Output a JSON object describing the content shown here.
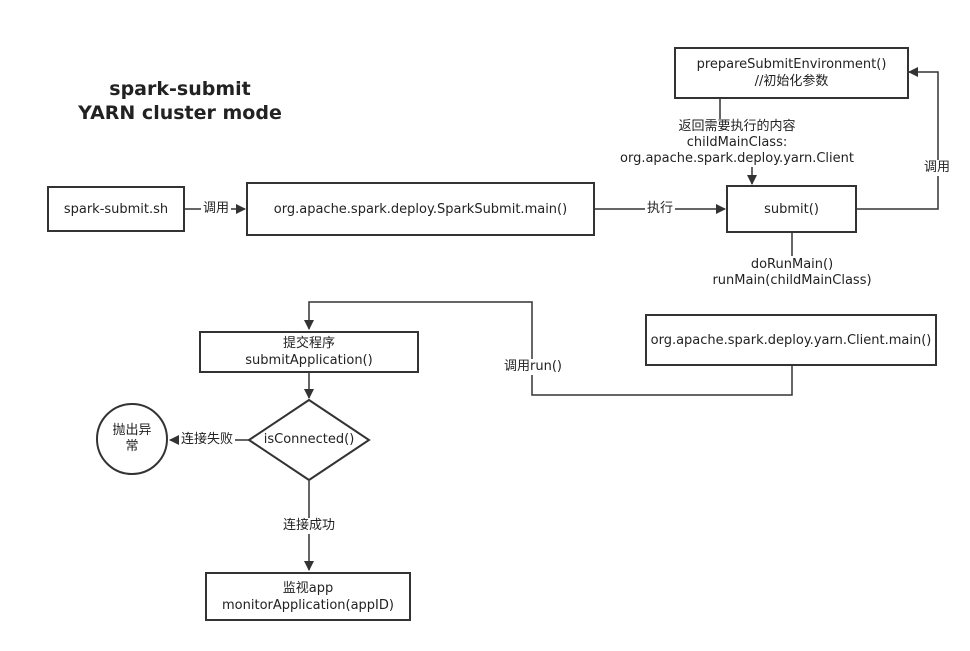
{
  "title": {
    "line1": "spark-submit",
    "line2": "YARN cluster mode"
  },
  "nodes": {
    "spark_submit_sh": "spark-submit.sh",
    "spark_submit_main": "org.apache.spark.deploy.SparkSubmit.main()",
    "submit": "submit()",
    "prepare_env_line1": "prepareSubmitEnvironment()",
    "prepare_env_line2": "//初始化参数",
    "client_main": "org.apache.spark.deploy.yarn.Client.main()",
    "submit_app_line1": "提交程序",
    "submit_app_line2": "submitApplication()",
    "is_connected": "isConnected()",
    "throw_exception": "抛出异常",
    "monitor_line1": "监视app",
    "monitor_line2": "monitorApplication(appID)"
  },
  "edges": {
    "call_1": "调用",
    "execute": "执行",
    "call_prepare": "调用",
    "return_line1": "返回需要执行的内容",
    "return_line2": "childMainClass:",
    "return_line3": "org.apache.spark.deploy.yarn.Client",
    "do_run_line1": "doRunMain()",
    "do_run_line2": "runMain(childMainClass)",
    "call_run": "调用run()",
    "connect_fail": "连接失败",
    "connect_success": "连接成功"
  },
  "colors": {
    "line": "#333333",
    "text": "#222222",
    "background": "#ffffff"
  }
}
